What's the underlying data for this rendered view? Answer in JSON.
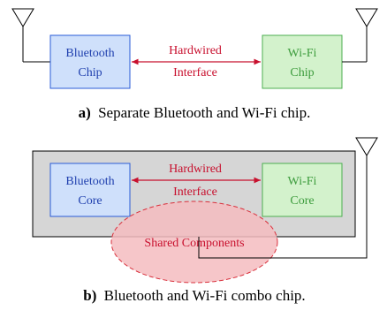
{
  "panel_a": {
    "left_box": {
      "line1": "Bluetooth",
      "line2": "Chip"
    },
    "right_box": {
      "line1": "Wi-Fi",
      "line2": "Chip"
    },
    "link": {
      "line1": "Hardwired",
      "line2": "Interface"
    },
    "caption_letter": "a)",
    "caption_text": "Separate Bluetooth and Wi-Fi chip."
  },
  "panel_b": {
    "left_box": {
      "line1": "Bluetooth",
      "line2": "Core"
    },
    "right_box": {
      "line1": "Wi-Fi",
      "line2": "Core"
    },
    "link": {
      "line1": "Hardwired",
      "line2": "Interface"
    },
    "shared": "Shared Components",
    "caption_letter": "b)",
    "caption_text": "Bluetooth and Wi-Fi combo chip."
  },
  "colors": {
    "bluetooth_fill": "#cfe0fb",
    "bluetooth_stroke": "#2a5bd7",
    "bluetooth_text": "#1f3fae",
    "wifi_fill": "#d3f2cc",
    "wifi_stroke": "#4caf50",
    "wifi_text": "#3d9c3d",
    "link_color": "#c8102e",
    "combo_fill": "#d6d6d6",
    "shared_fill": "#f4bcc0",
    "shared_stroke": "#d9303c"
  }
}
